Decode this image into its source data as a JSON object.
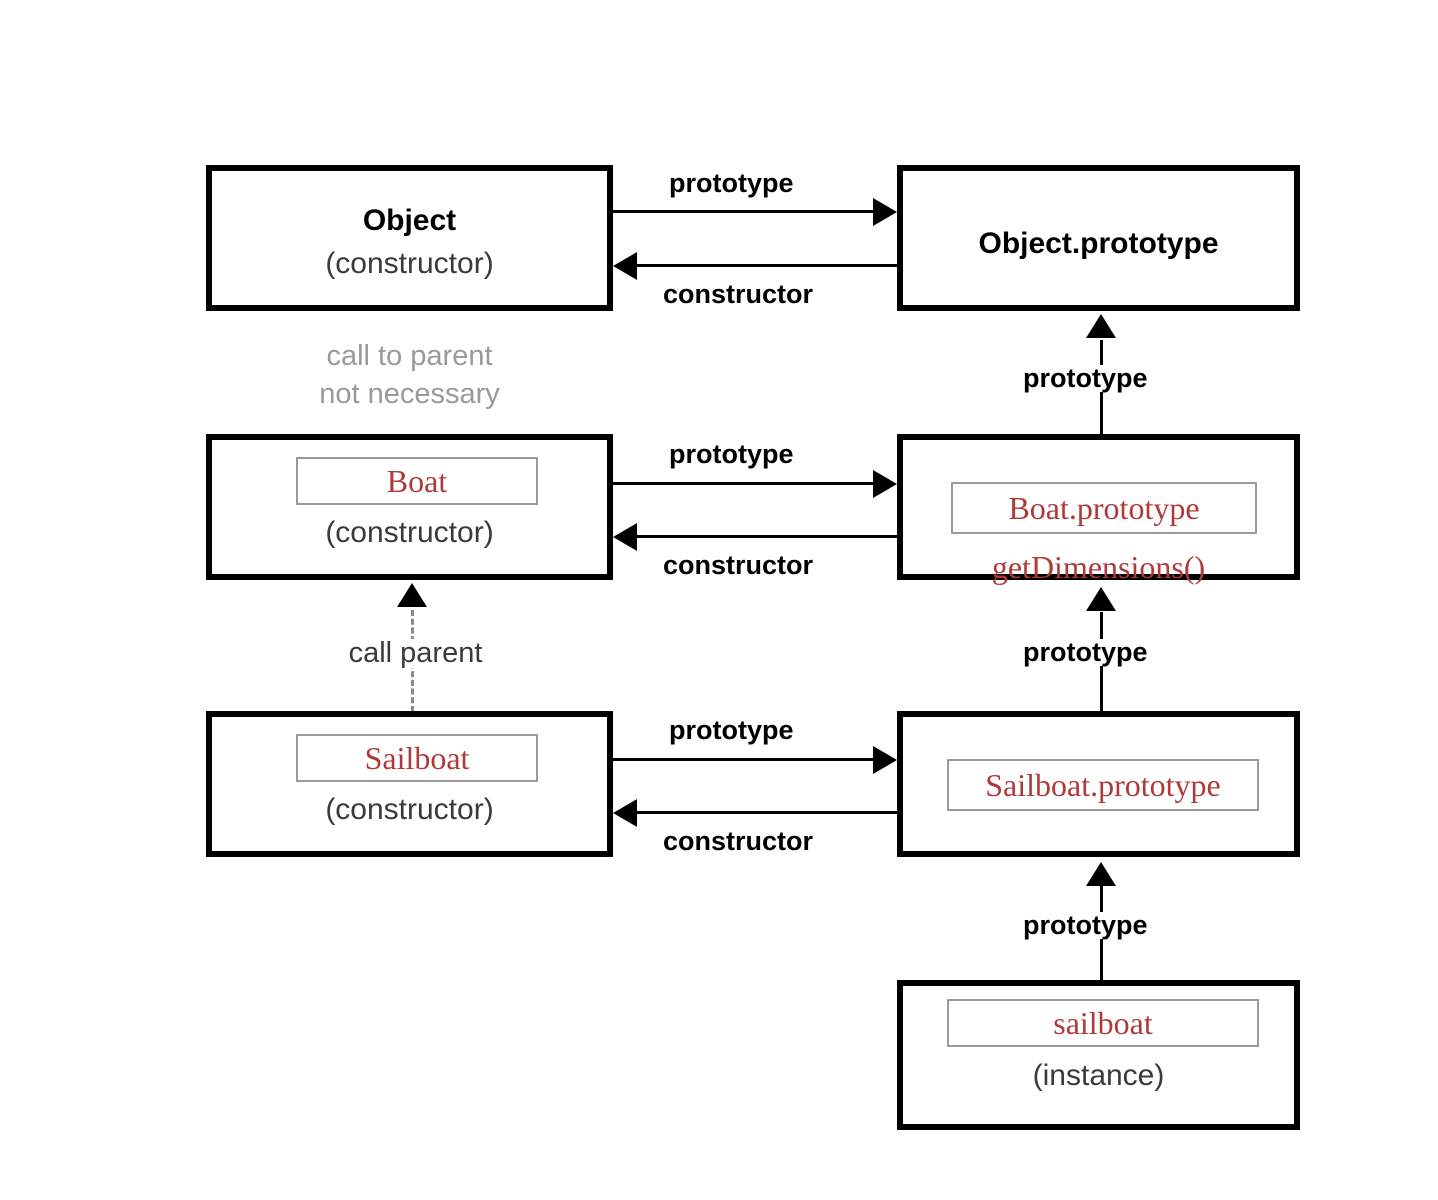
{
  "diagram": {
    "title": "JavaScript prototype chain diagram",
    "colors": {
      "box_border": "#000000",
      "chip_border": "#9a9a9a",
      "red_text": "#b03a3a",
      "gray_note": "#9a9a9a",
      "dark_note": "#3a3a3a",
      "background": "#ffffff"
    },
    "nodes": {
      "object_constructor": {
        "title": "Object",
        "subtitle": "(constructor)"
      },
      "object_prototype": {
        "title": "Object.prototype"
      },
      "boat_constructor": {
        "chip": "Boat",
        "subtitle": "(constructor)"
      },
      "boat_prototype": {
        "chip": "Boat.prototype",
        "method": "getDimensions()"
      },
      "sailboat_constructor": {
        "chip": "Sailboat",
        "subtitle": "(constructor)"
      },
      "sailboat_prototype": {
        "chip": "Sailboat.prototype"
      },
      "sailboat_instance": {
        "chip": "sailboat",
        "subtitle": "(instance)"
      }
    },
    "edges": {
      "object_to_proto": "prototype",
      "object_proto_to_ctor": "constructor",
      "boat_to_proto": "prototype",
      "boat_proto_to_ctor": "constructor",
      "sailboat_to_proto": "prototype",
      "sailboat_proto_to_ctor": "constructor",
      "boatproto_to_objproto": "prototype",
      "sailboatproto_to_boatproto": "prototype",
      "instance_to_sailboatproto": "prototype"
    },
    "notes": {
      "call_to_parent_line1": "call to parent",
      "call_to_parent_line2": "not necessary",
      "call_parent": "call parent"
    }
  }
}
